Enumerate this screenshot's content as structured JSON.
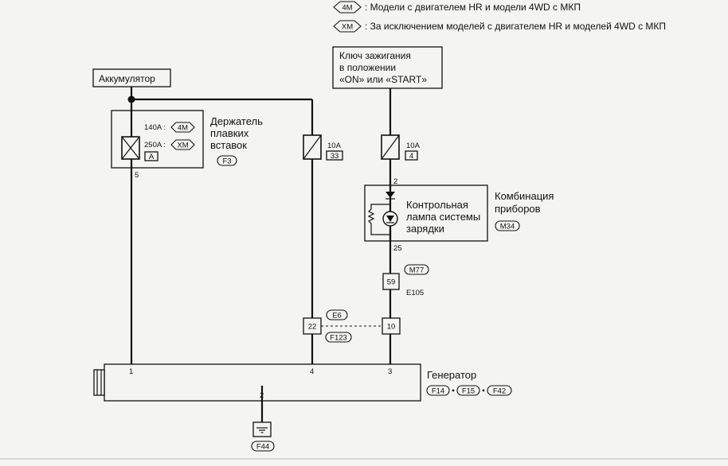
{
  "legend": {
    "item1": {
      "symbol": "4M",
      "text": ": Модели с двигателем HR и модели 4WD с МКП"
    },
    "item2": {
      "symbol": "XM",
      "text": ": За исключением моделей с двигателем HR и моделей 4WD с МКП"
    }
  },
  "battery": {
    "label": "Аккумулятор"
  },
  "ignition": {
    "line1": "Ключ зажигания",
    "line2": "в положении",
    "line3": "«ON» или «START»"
  },
  "fusible_link_holder": {
    "title1": "Держатель",
    "title2": "плавких",
    "title3": "вставок",
    "connector": "F3",
    "rating1": "140A :",
    "variant1": "4M",
    "rating2": "250A :",
    "variant2": "XM",
    "fuse_id": "A",
    "terminal": "5"
  },
  "fuse_33": {
    "rating": "10A",
    "number": "33"
  },
  "fuse_4": {
    "rating": "10A",
    "number": "4"
  },
  "combination_meter": {
    "title1": "Комбинация",
    "title2": "приборов",
    "connector": "M34",
    "lamp1": "Контрольная",
    "lamp2": "лампа системы",
    "lamp3": "зарядки",
    "pin_in": "2",
    "pin_out": "25"
  },
  "connector_m77": {
    "pin": "59",
    "top": "M77",
    "bottom": "E105"
  },
  "connector_e6": {
    "pin_left": "22",
    "pin_right": "10",
    "top": "E6",
    "bottom": "F123"
  },
  "generator": {
    "title": "Генератор",
    "pin1": "1",
    "pin4": "4",
    "pin3": "3",
    "pin2": "2",
    "connectors": [
      "F14",
      "F15",
      "F42"
    ]
  },
  "ground": {
    "connector": "F44"
  }
}
